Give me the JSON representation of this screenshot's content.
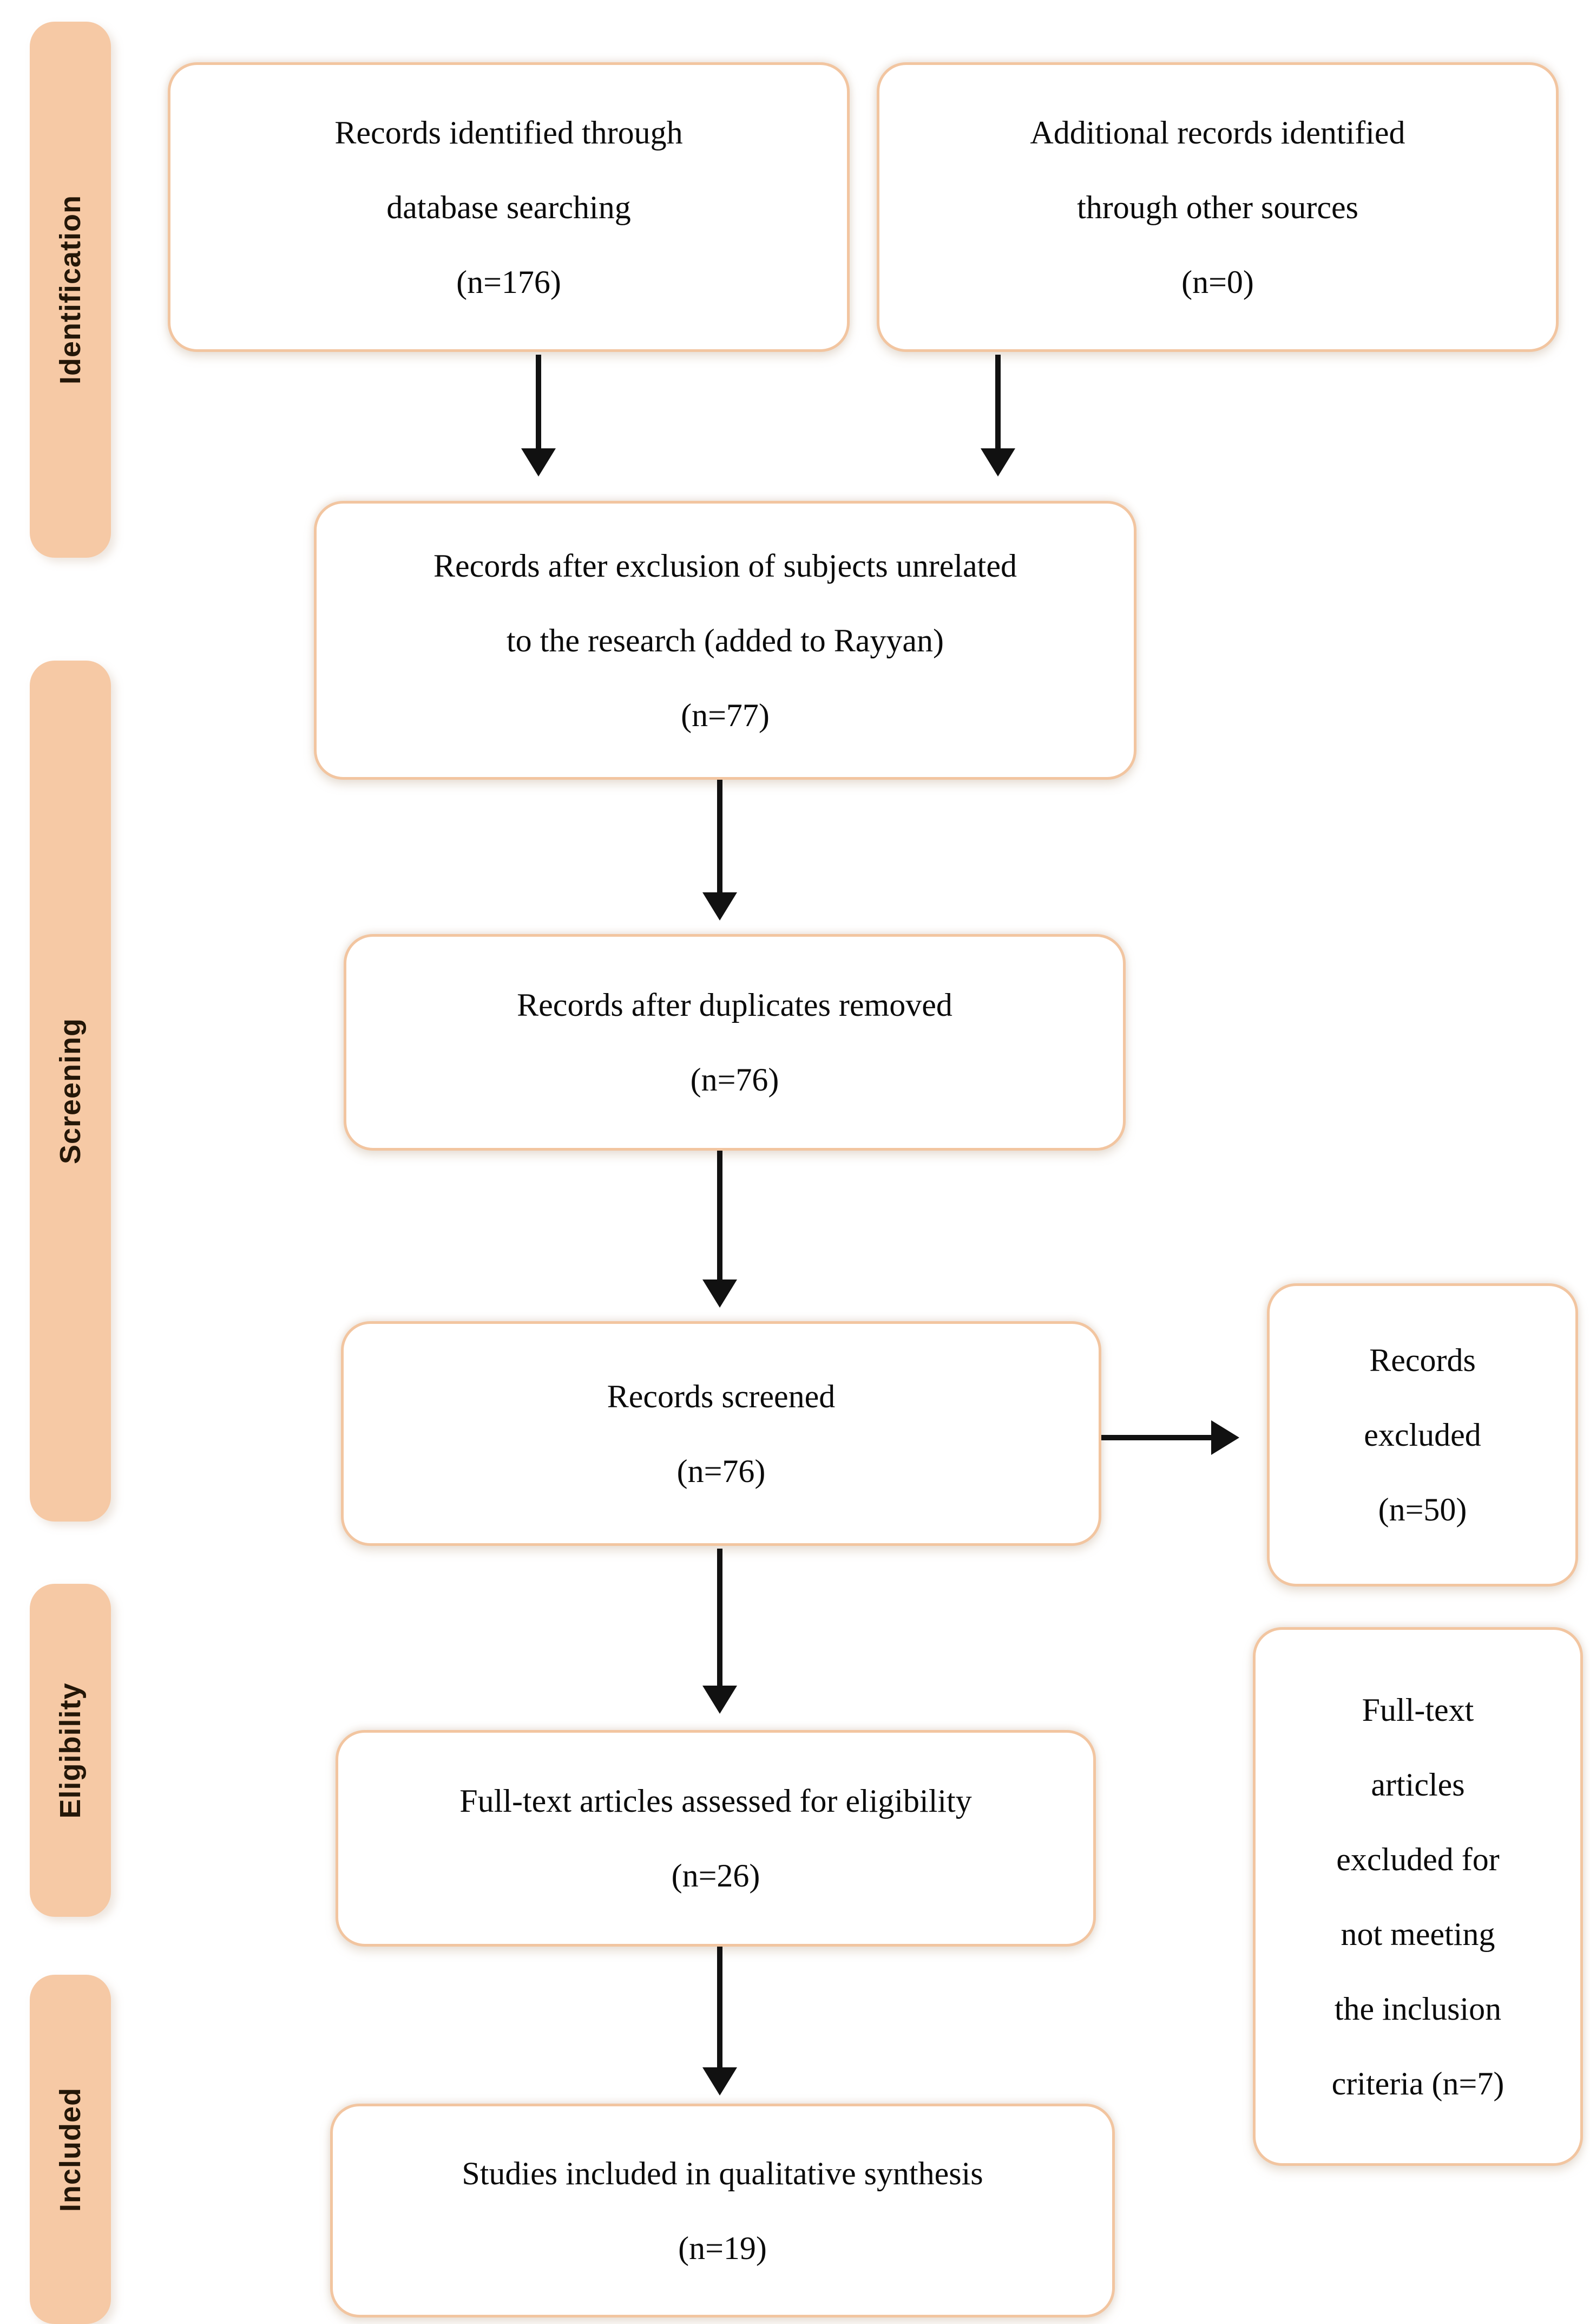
{
  "diagram_type": "PRISMA flow diagram",
  "sidebar": {
    "items": [
      {
        "label": "Identification"
      },
      {
        "label": "Screening"
      },
      {
        "label": "Eligibility"
      },
      {
        "label": "Included"
      }
    ]
  },
  "flow": {
    "boxes": [
      {
        "name": "records-identified",
        "lines": [
          "Records identified through",
          "database searching",
          "(n=176)"
        ]
      },
      {
        "name": "additional-records",
        "lines": [
          "Additional records identified",
          "through other sources",
          "(n=0)"
        ]
      },
      {
        "name": "records-after-exclusion",
        "lines": [
          "Records after exclusion of subjects unrelated",
          "to the research (added to Rayyan)",
          "(n=77)"
        ]
      },
      {
        "name": "records-after-duplicates",
        "lines": [
          "Records after duplicates removed",
          "(n=76)"
        ]
      },
      {
        "name": "records-screened",
        "lines": [
          "Records screened",
          "(n=76)"
        ]
      },
      {
        "name": "full-text-assessed",
        "lines": [
          "Full-text articles assessed for eligibility",
          "(n=26)"
        ]
      },
      {
        "name": "studies-included",
        "lines": [
          "Studies included in qualitative synthesis",
          "(n=19)"
        ]
      },
      {
        "name": "records-excluded",
        "lines": [
          "Records",
          "excluded",
          "(n=50)"
        ]
      },
      {
        "name": "full-text-excluded",
        "lines": [
          "Full-text",
          "articles",
          "excluded for",
          "not meeting",
          "the inclusion",
          "criteria (n=7)"
        ]
      }
    ]
  },
  "colors": {
    "stage_bar_fill": "#F6C9A5",
    "box_border": "#F2C5A0",
    "box_fill": "#FFFFFF",
    "arrow": "#111111",
    "box_text": "#0B0B0B",
    "stage_text": "#241708",
    "background": "#FFFFFF"
  }
}
